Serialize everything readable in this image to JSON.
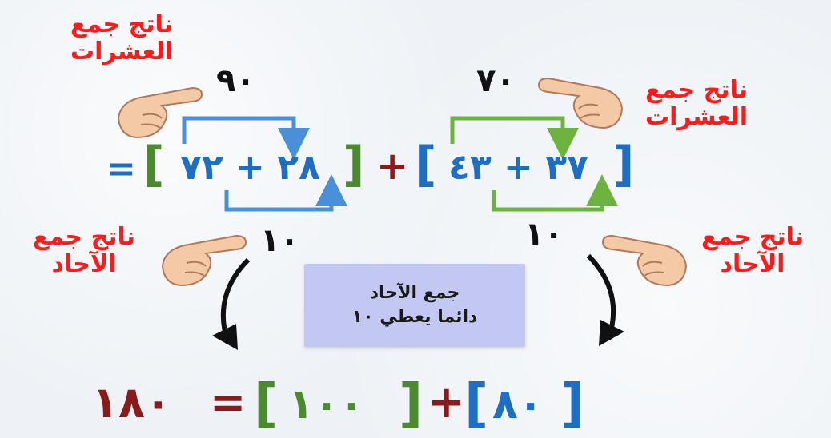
{
  "labels": {
    "tens_label": "ناتج جمع\nالعشرات",
    "ones_label": "ناتج جمع\nالآحاد"
  },
  "top_sums": {
    "left": "٩٠",
    "right": "٧٠"
  },
  "ones_sums": {
    "left": "١٠",
    "right": "١٠"
  },
  "row1": {
    "equals": "=",
    "left_group": "٢٨ + ٧٢",
    "plus": "+",
    "right_group": "٣٧ + ٤٣"
  },
  "info_box": {
    "line1": "جمع الآحاد",
    "line2": "دائما يعطي ١٠"
  },
  "row2": {
    "result": "١٨٠",
    "equals": "=",
    "left_group": "١٠٠",
    "plus": "+",
    "right_group": "٨٠"
  },
  "colors": {
    "label_red": "#ff1a1a",
    "blue": "#1e6fc4",
    "green": "#4b8a2f",
    "maroon": "#8b1a1a",
    "info_bg": "#c3c8f2"
  },
  "icons": [
    "pointing-hand-icon",
    "curved-arrow-icon",
    "bracket-connector"
  ]
}
